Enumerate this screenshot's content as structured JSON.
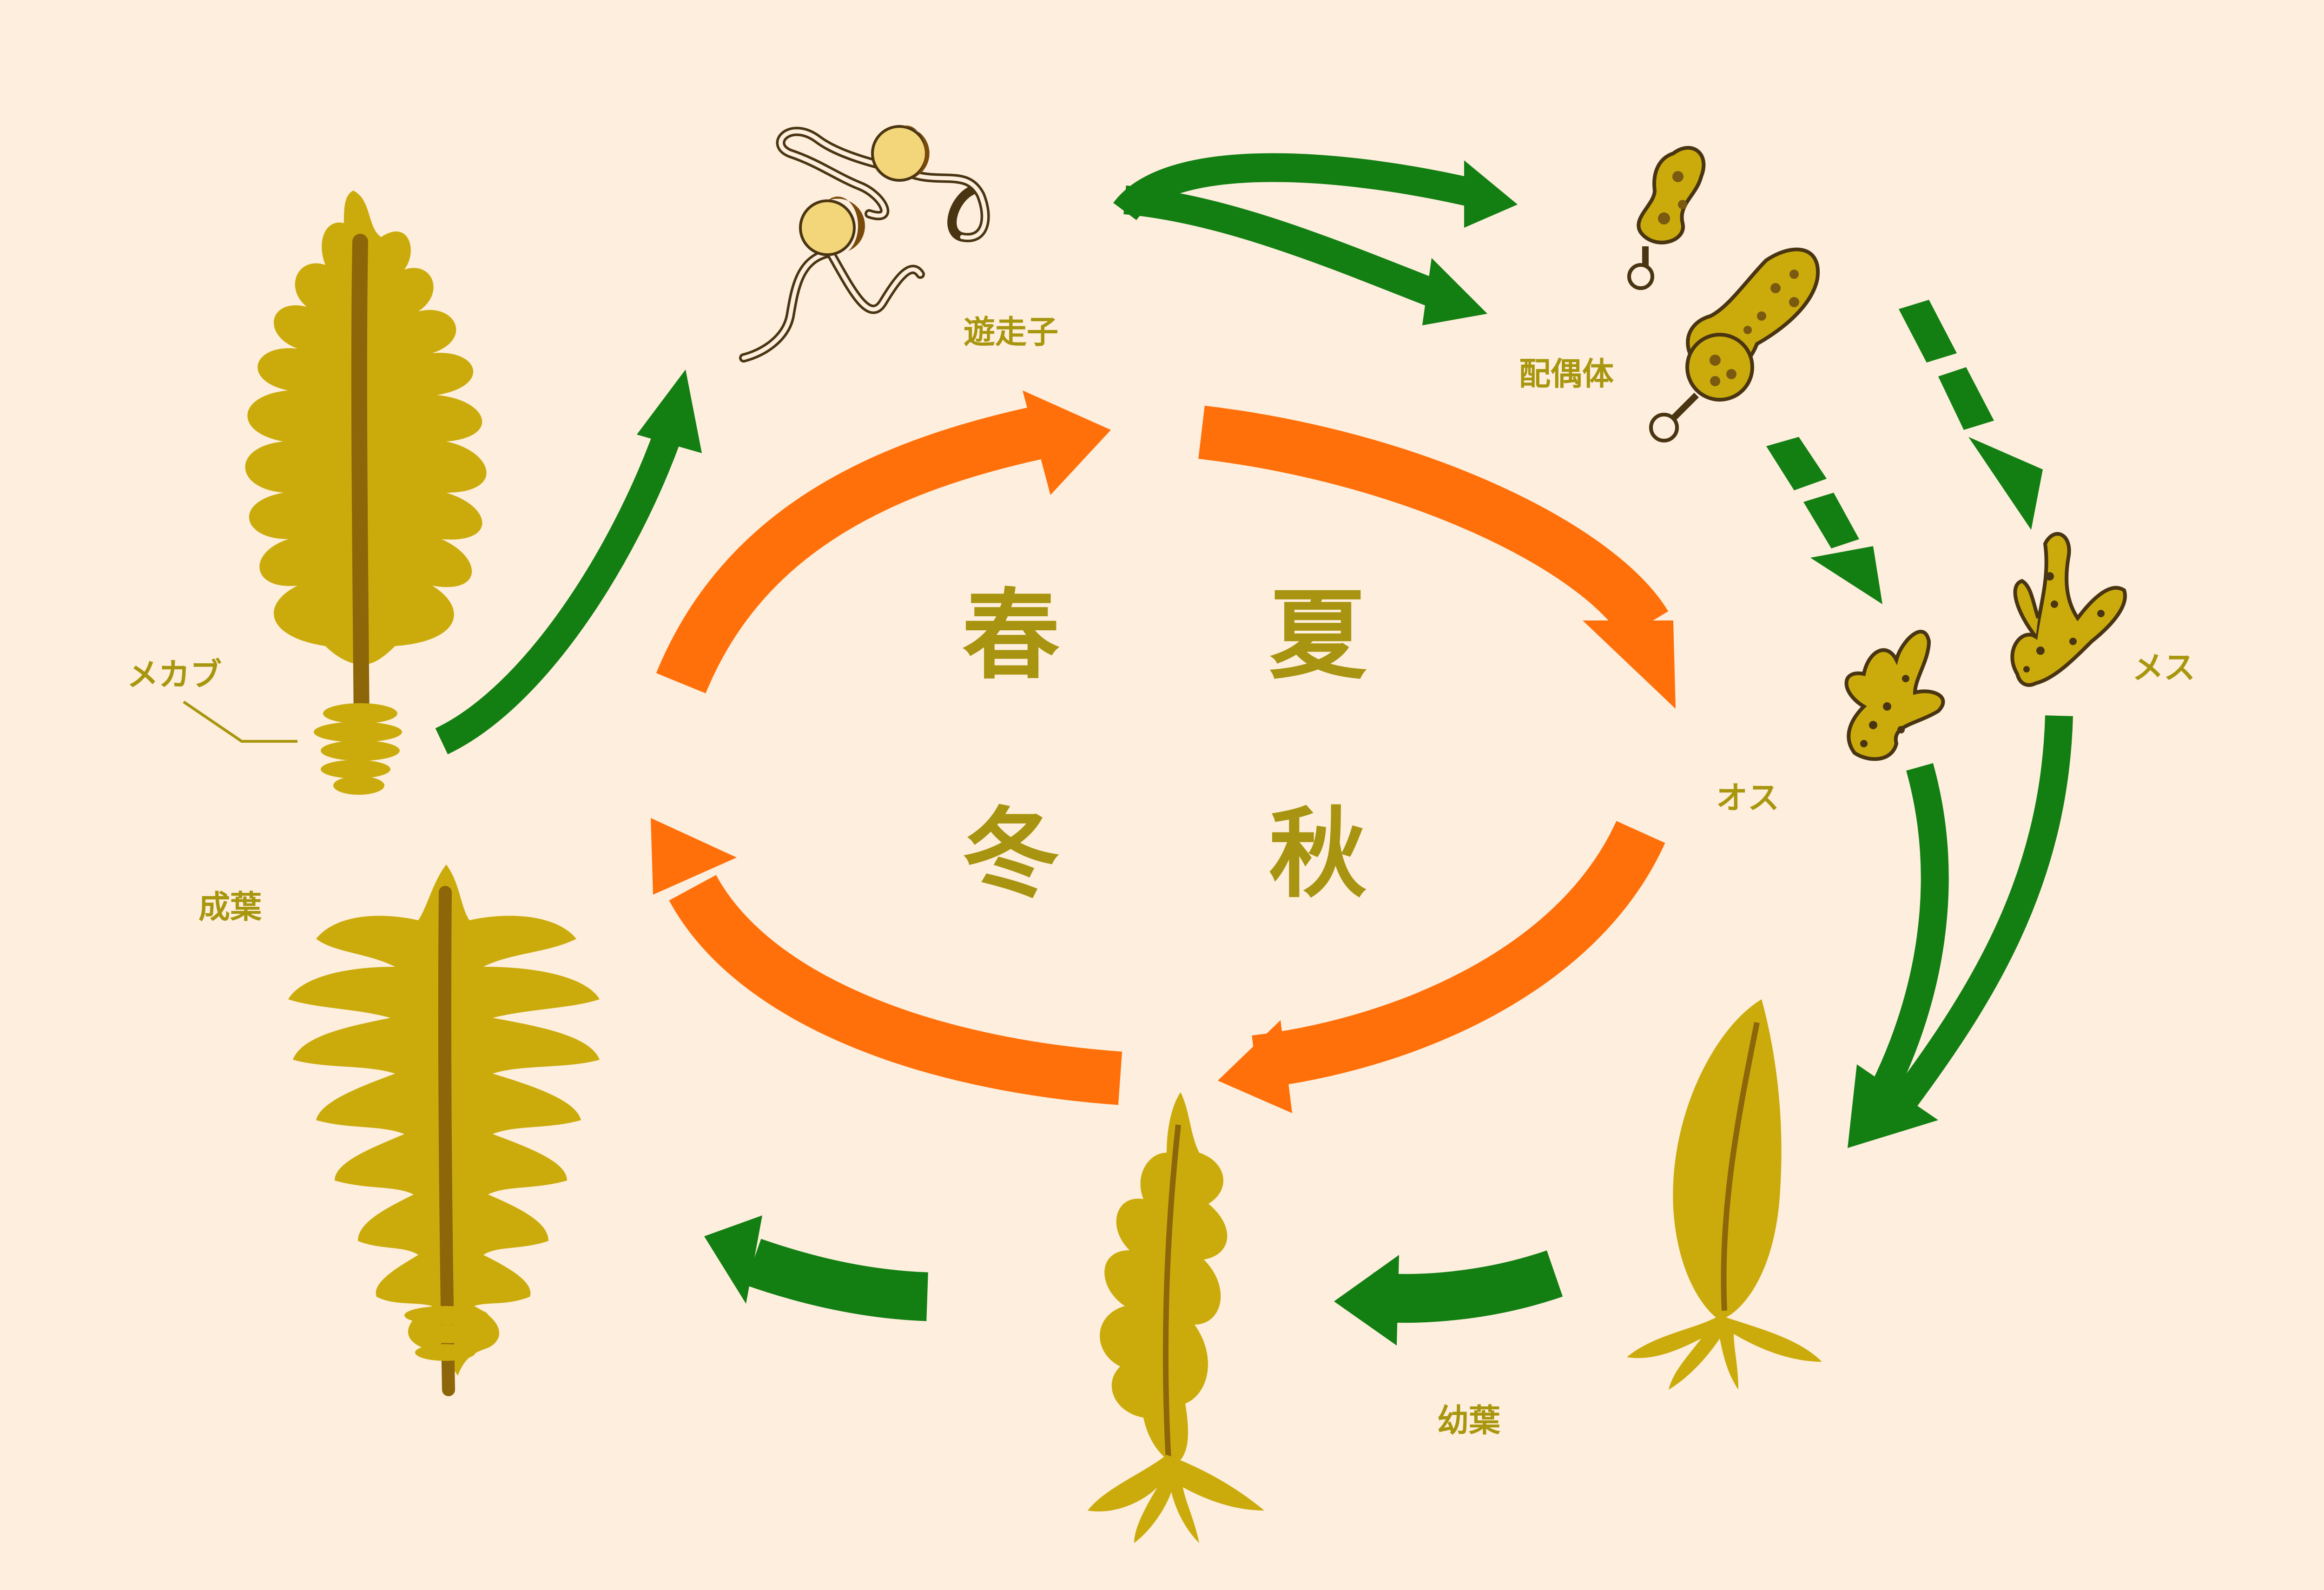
{
  "seasons": {
    "spring": "春",
    "summer": "夏",
    "winter": "冬",
    "autumn": "秋"
  },
  "labels": {
    "zoospore": "遊走子",
    "gametophyte": "配偶体",
    "male": "オス",
    "female": "メス",
    "young_leaf": "幼葉",
    "adult_leaf": "成葉",
    "mekabu": "メカブ"
  },
  "colors": {
    "background": "#fdeedd",
    "season_arrow": "#ff700a",
    "stage_arrow": "#137f13",
    "season_text": "#a89410",
    "label_text": "#a8960e",
    "seaweed": "#cbab0c",
    "midrib": "#8c6608",
    "outline": "#4a3512"
  }
}
